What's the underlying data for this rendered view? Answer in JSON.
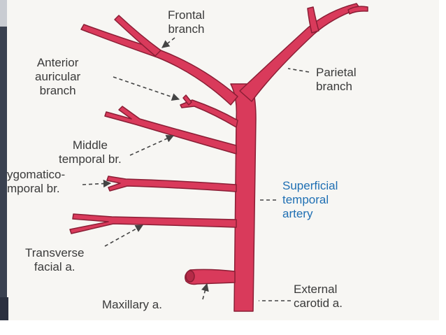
{
  "colors": {
    "artery": "#d93a5b",
    "artery_edge": "#8a1e35",
    "label_text": "#3a3a3a",
    "highlight_label": "#1f6fb3",
    "background": "#f7f6f3"
  },
  "labels": {
    "frontal": [
      "Frontal",
      "branch"
    ],
    "parietal": [
      "Parietal",
      "branch"
    ],
    "anterior_auricular": [
      "Anterior",
      "auricular",
      "branch"
    ],
    "middle_temporal": [
      "Middle",
      "temporal br."
    ],
    "zygomatico_temporal": [
      "ygomatico-",
      "mporal br."
    ],
    "superficial_temporal": [
      "Superficial",
      "temporal",
      "artery"
    ],
    "transverse_facial": [
      "Transverse",
      "facial a."
    ],
    "external_carotid": [
      "External",
      "carotid a."
    ],
    "maxillary": "Maxillary a."
  }
}
